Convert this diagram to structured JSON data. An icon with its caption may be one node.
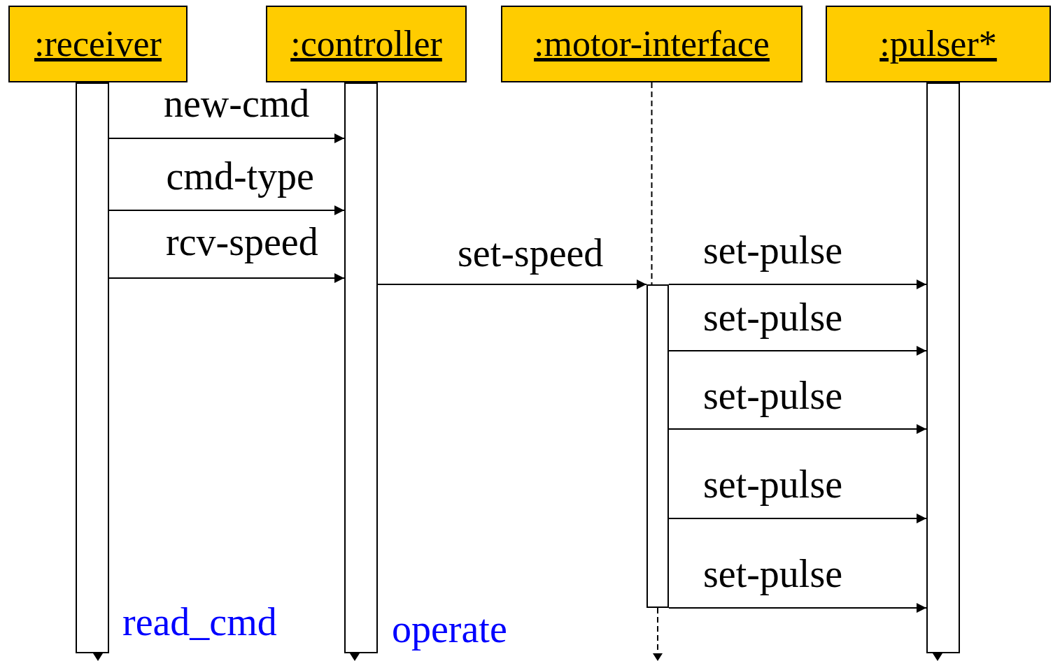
{
  "diagram": {
    "nodes": [
      {
        "text": [
          ":receiver"
        ]
      },
      {
        "text": [
          ":controller"
        ]
      },
      {
        "text": [
          ":motor-interface"
        ]
      },
      {
        "text": [
          ":pulser*"
        ]
      },
      {
        "text": [],
        "shape": "bar",
        "beside": [
          "read_cmd"
        ]
      },
      {
        "text": [],
        "shape": "bar",
        "beside": [
          "operate"
        ]
      },
      {
        "text": [],
        "shape": "bar"
      },
      {
        "text": [],
        "shape": "bar"
      }
    ],
    "edges": [
      {
        "from": 4,
        "to": 5,
        "arrow": "to",
        "label": "new-cmd"
      },
      {
        "from": 4,
        "to": 5,
        "arrow": "to",
        "label": "cmd-type"
      },
      {
        "from": 4,
        "to": 5,
        "arrow": "to",
        "label": "rcv-speed"
      },
      {
        "from": 5,
        "to": 6,
        "arrow": "to",
        "label": "set-speed"
      },
      {
        "from": 6,
        "to": 7,
        "arrow": "to",
        "label": "set-pulse"
      },
      {
        "from": 6,
        "to": 7,
        "arrow": "to",
        "label": "set-pulse"
      },
      {
        "from": 6,
        "to": 7,
        "arrow": "to",
        "label": "set-pulse"
      },
      {
        "from": 6,
        "to": 7,
        "arrow": "to",
        "label": "set-pulse"
      },
      {
        "from": 6,
        "to": 7,
        "arrow": "to",
        "label": "set-pulse"
      },
      {
        "from": 2,
        "to": 6,
        "arrow": "none",
        "style": "dashed"
      }
    ]
  }
}
